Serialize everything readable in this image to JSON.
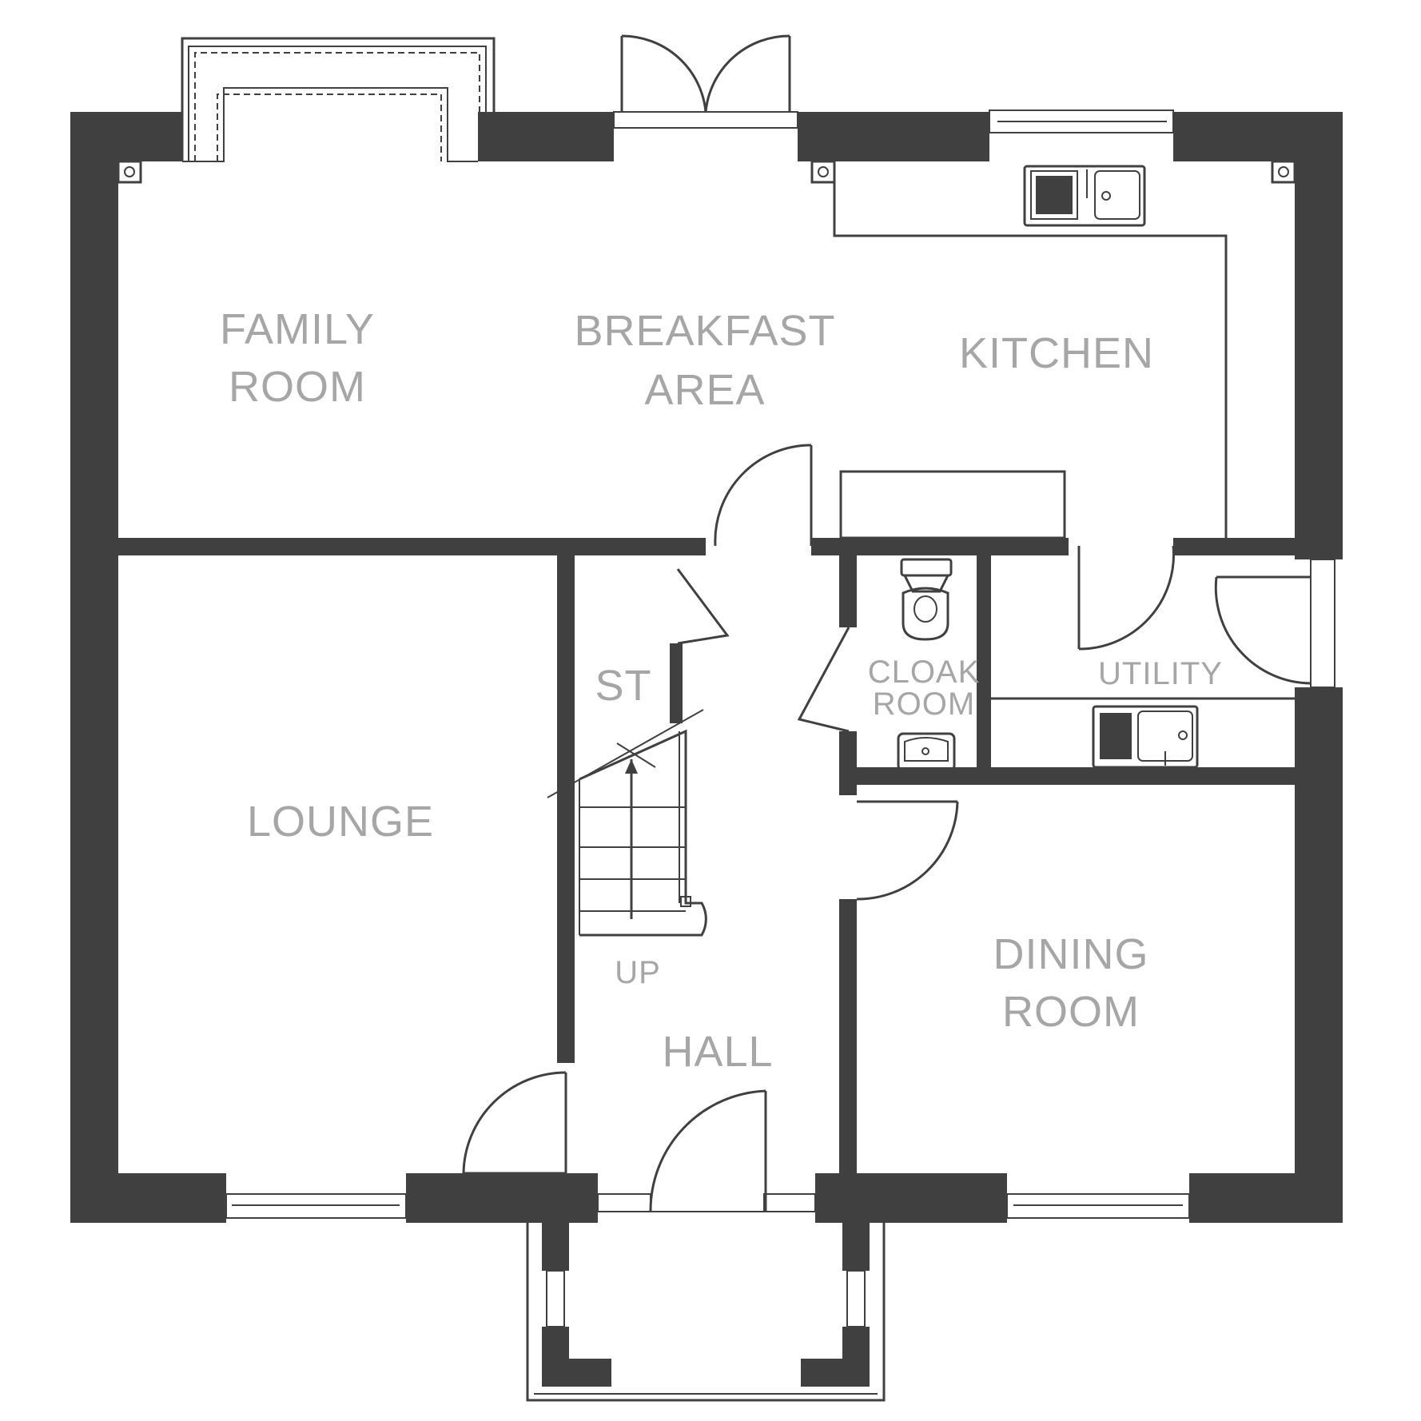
{
  "rooms": {
    "family_room": [
      "FAMILY",
      "ROOM"
    ],
    "breakfast_area": [
      "BREAKFAST",
      "AREA"
    ],
    "kitchen": "KITCHEN",
    "lounge": "LOUNGE",
    "store": "ST",
    "cloak_room": [
      "CLOAK",
      "ROOM"
    ],
    "utility": "UTILITY",
    "hall": "HALL",
    "stairs_up": "UP",
    "dining_room": [
      "DINING",
      "ROOM"
    ]
  },
  "colors": {
    "wall": "#404040",
    "label": "#a6a6a6",
    "background": "#ffffff"
  }
}
